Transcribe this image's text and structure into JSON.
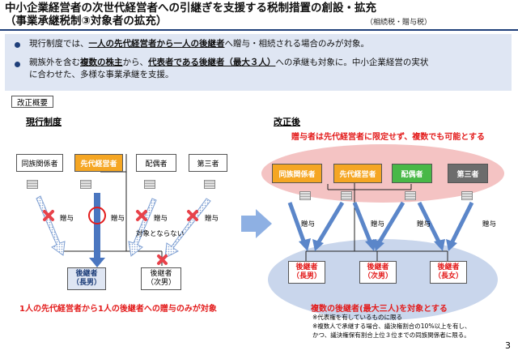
{
  "header": {
    "title_line1": "中小企業経営者の次世代経営者への引継ぎを支援する税制措置の創設・拡充",
    "title_line2": "（事業承継税制③対象者の拡充）",
    "tax_note": "（相続税・贈与税）"
  },
  "summary": {
    "bullet1_pre": "現行制度では、",
    "bullet1_em": "一人の先代経営者から一人の後継者",
    "bullet1_post": "へ贈与・相続される場合のみが対象。",
    "bullet2_pre": "親族外を含む",
    "bullet2_em1": "複数の株主",
    "bullet2_mid": "から、",
    "bullet2_em2": "代表者である後継者（最大３人）",
    "bullet2_post": "への承継も対象に。中小企業経営の実状",
    "bullet2_line2": "に合わせた、多様な事業承継を支援。"
  },
  "outline_label": "改正概要",
  "current": {
    "heading": "現行制度",
    "givers": [
      "同族関係者",
      "先代経営者",
      "配偶者",
      "第三者"
    ],
    "gift_label": "贈与",
    "not_covered": "対象とならない",
    "successor1_line1": "後継者",
    "successor1_line2": "（長男）",
    "successor2_line1": "後継者",
    "successor2_line2": "（次男）",
    "caption": "1人の先代経営者から1人の後継者への贈与のみが対象"
  },
  "revised": {
    "heading": "改正後",
    "banner": "贈与者は先代経営者に限定せず、複数でも可能とする",
    "givers": [
      "同族関係者",
      "先代経営者",
      "配偶者",
      "第三者"
    ],
    "gift_label": "贈与",
    "successors": [
      {
        "line1": "後継者",
        "line2": "（長男）"
      },
      {
        "line1": "後継者",
        "line2": "（次男）"
      },
      {
        "line1": "後継者",
        "line2": "（長女）"
      }
    ],
    "caption": "複数の後継者(最大三人)を対象とする",
    "note1": "※代表権を有しているものに限る",
    "note2": "※複数人で承継する場合、議決権割合の10%以上を有し、",
    "note3": "かつ、議決権保有割合上位３位までの同族関係者に限る。"
  },
  "page_number": "3",
  "colors": {
    "navy": "#1f3f7a",
    "orange": "#f5a623",
    "green": "#48b847",
    "gray": "#6c6c6c",
    "red": "#e31c1c",
    "pink_oval": "#f4c3c3",
    "blue_oval": "#c9d6ec",
    "arrow_blue": "#5b86c9"
  }
}
